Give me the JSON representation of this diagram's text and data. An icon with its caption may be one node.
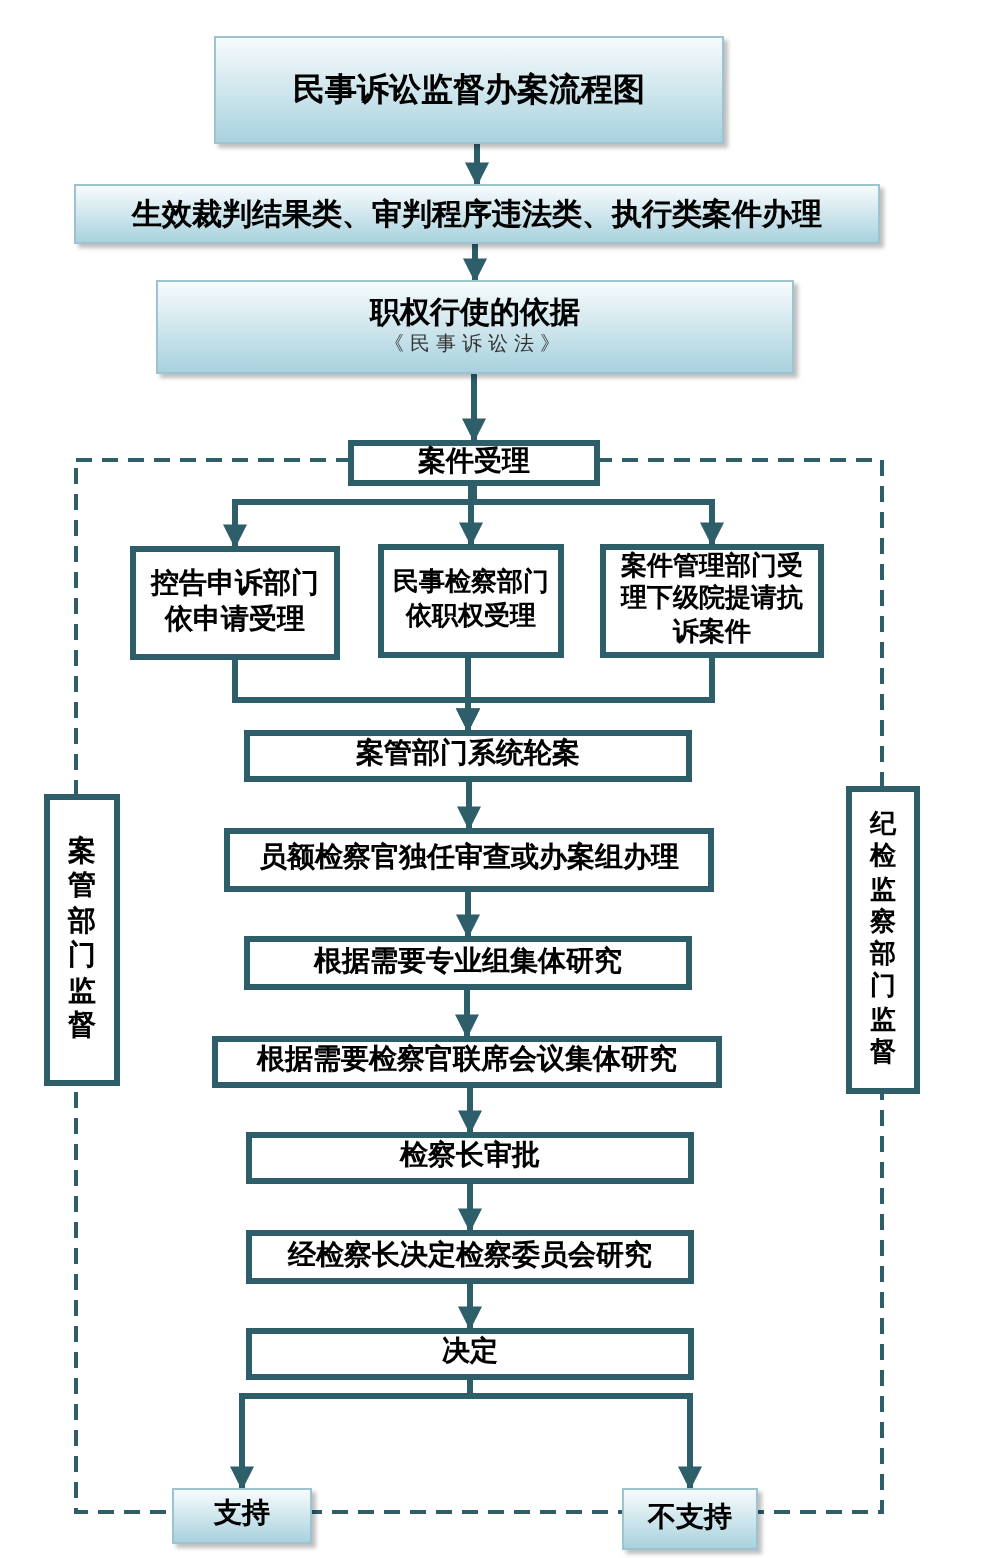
{
  "diagram": {
    "nodes": [
      {
        "text": [
          "民事诉讼监督办案流程图"
        ]
      },
      {
        "text": [
          "生效裁判结果类、审判程序违法类、执行类案件办理"
        ]
      },
      {
        "text": [
          "职权行使的依据",
          "《民事诉讼法》"
        ]
      },
      {
        "text": [
          "案件受理"
        ]
      },
      {
        "text": [
          "控告申诉部门依申请受理"
        ]
      },
      {
        "text": [
          "民事检察部门依职权受理"
        ]
      },
      {
        "text": [
          "案件管理部门受理下级院提请抗诉案件"
        ]
      },
      {
        "text": [
          "案管部门系统轮案"
        ]
      },
      {
        "text": [
          "员额检察官独任审查或办案组办理"
        ]
      },
      {
        "text": [
          "根据需要专业组集体研究"
        ]
      },
      {
        "text": [
          "根据需要检察官联席会议集体研究"
        ]
      },
      {
        "text": [
          "检察长审批"
        ]
      },
      {
        "text": [
          "经检察长决定检察委员会研究"
        ]
      },
      {
        "text": [
          "决定"
        ]
      },
      {
        "text": [
          "支持"
        ]
      },
      {
        "text": [
          "不支持"
        ]
      },
      {
        "text": [
          "案管部门监督"
        ]
      },
      {
        "text": [
          "纪检监察部门监督"
        ]
      }
    ],
    "edges": [
      {
        "from": 0,
        "to": 1,
        "arrow": "to"
      },
      {
        "from": 1,
        "to": 2,
        "arrow": "to"
      },
      {
        "from": 2,
        "to": 3,
        "arrow": "to"
      },
      {
        "from": 3,
        "to": 4,
        "arrow": "to"
      },
      {
        "from": 3,
        "to": 5,
        "arrow": "to"
      },
      {
        "from": 3,
        "to": 6,
        "arrow": "to"
      },
      {
        "from": 4,
        "to": 7,
        "arrow": "to"
      },
      {
        "from": 5,
        "to": 7,
        "arrow": "to"
      },
      {
        "from": 6,
        "to": 7,
        "arrow": "to"
      },
      {
        "from": 7,
        "to": 8,
        "arrow": "to"
      },
      {
        "from": 8,
        "to": 9,
        "arrow": "to"
      },
      {
        "from": 9,
        "to": 10,
        "arrow": "to"
      },
      {
        "from": 10,
        "to": 11,
        "arrow": "to"
      },
      {
        "from": 11,
        "to": 12,
        "arrow": "to"
      },
      {
        "from": 12,
        "to": 13,
        "arrow": "to"
      },
      {
        "from": 13,
        "to": 14,
        "arrow": "to"
      },
      {
        "from": 13,
        "to": 15,
        "arrow": "to"
      }
    ]
  }
}
